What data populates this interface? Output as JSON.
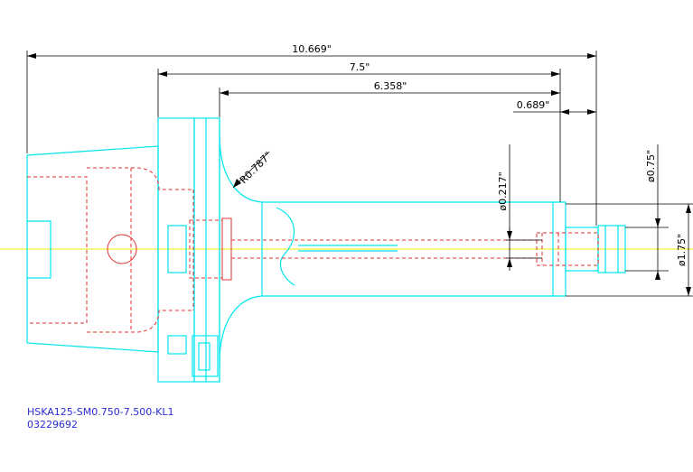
{
  "dimensions": {
    "overall_length": "10.669\"",
    "gauge_length": "7.5\"",
    "body_length": "6.358\"",
    "tip_length": "0.689\"",
    "radius": "R0.787\"",
    "bore_diameter": "ø0.217\"",
    "tip_diameter": "ø0.75\"",
    "body_diameter": "ø1.75\""
  },
  "part": {
    "code": "HSKA125-SM0.750-7.500-KL1",
    "number": "03229692"
  },
  "colors": {
    "outline": "#00e5ee",
    "hidden": "#e23030",
    "centerline": "#f0f000",
    "dimension": "#000000",
    "info_text": "#2b2bd6"
  }
}
